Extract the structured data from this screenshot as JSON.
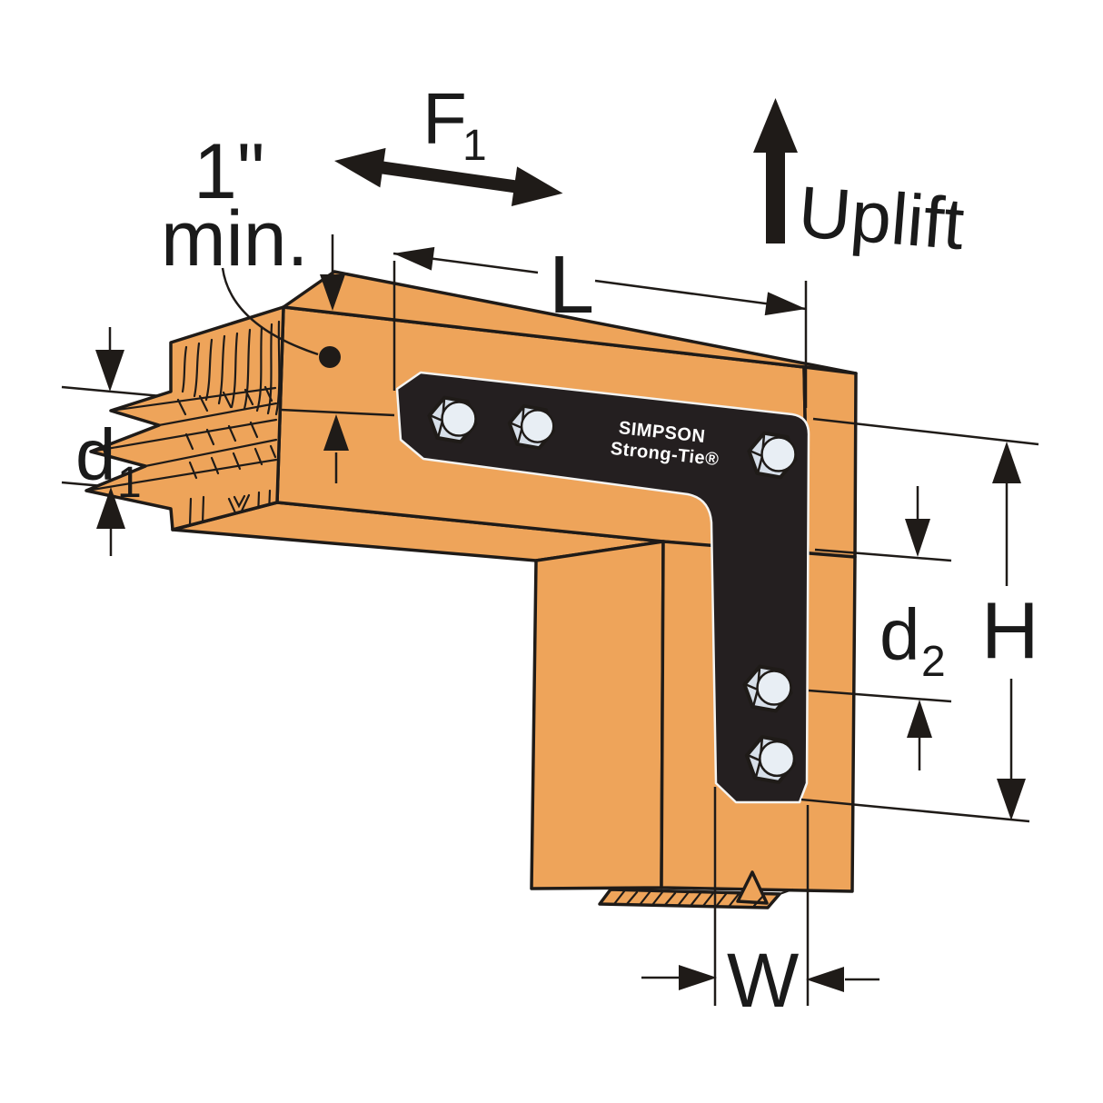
{
  "title": "Simpson Strong-Tie L angle bracket — beam to post installation diagram",
  "colors": {
    "background": "#FFFFFF",
    "wood": "#EEA45A",
    "outline": "#1F1B18",
    "bracket": "#241F20",
    "bolt": "#D7DFE9",
    "bolt_dome": "#E8EEF4",
    "halo": "#F4F4F2",
    "label": "#1A1A1A",
    "brand": "#FFFFFF"
  },
  "labels": {
    "min_clearance_value": "1\"",
    "min_clearance_unit": "min.",
    "force_base": "F",
    "force_sub": "1",
    "uplift": "Uplift",
    "length": "L",
    "d_base": "d",
    "d1_sub": "1",
    "d2_sub": "2",
    "height": "H",
    "width": "W",
    "brand_line1": "SIMPSON",
    "brand_line2": "Strong-Tie®"
  }
}
